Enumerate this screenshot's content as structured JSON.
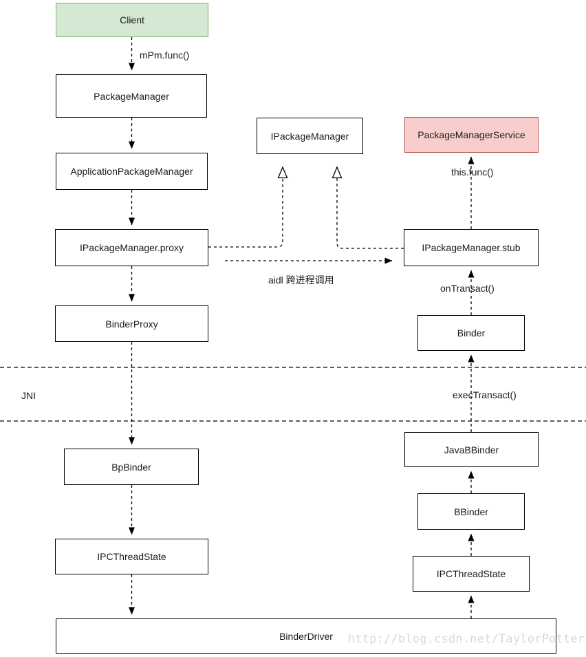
{
  "diagram": {
    "boxes": {
      "client": "Client",
      "package_manager": "PackageManager",
      "application_package_manager": "ApplicationPackageManager",
      "ipackage_manager_proxy": "IPackageManager.proxy",
      "binder_proxy": "BinderProxy",
      "bp_binder": "BpBinder",
      "ipc_thread_state_left": "IPCThreadState",
      "binder_driver": "BinderDriver",
      "ipackage_manager": "IPackageManager",
      "package_manager_service": "PackageManagerService",
      "ipackage_manager_stub": "IPackageManager.stub",
      "binder": "Binder",
      "java_bbinder": "JavaBBinder",
      "bbinder": "BBinder",
      "ipc_thread_state_right": "IPCThreadState"
    },
    "edge_labels": {
      "mpm_func": "mPm.func()",
      "this_func": "this.func()",
      "on_transact": "onTransact()",
      "exec_transact": "execTransact()",
      "aidl_call": "aidl 跨进程调用",
      "jni": "JNI"
    },
    "watermark": "http://blog.csdn.net/TaylorPotter",
    "colors": {
      "client_fill": "#d5e8d4",
      "client_border": "#82b366",
      "service_fill": "#f8cecc",
      "service_border": "#b85450",
      "box_fill": "#ffffff",
      "box_border": "#000000",
      "connector": "#000000",
      "watermark_text": "#d8d8d8"
    }
  }
}
